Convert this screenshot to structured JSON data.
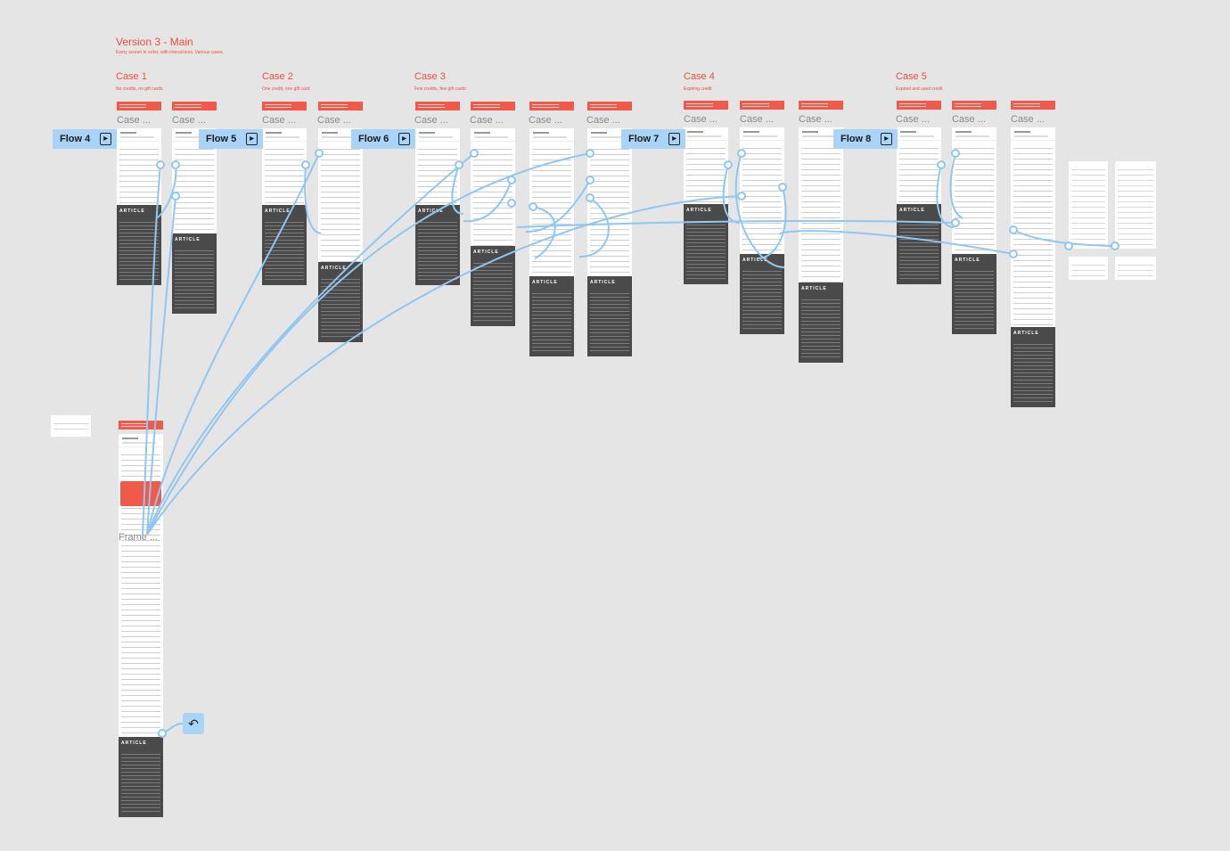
{
  "page": {
    "title": "Version 3 - Main",
    "subtitle": "Every screen in order, with interactions. Various cases."
  },
  "cases": [
    {
      "title": "Case 1",
      "sub": "No credits, no gift cards"
    },
    {
      "title": "Case 2",
      "sub": "One credit, one gift card"
    },
    {
      "title": "Case 3",
      "sub": "Few credits, few gift cards"
    },
    {
      "title": "Case 4",
      "sub": "Expiring credit"
    },
    {
      "title": "Case 5",
      "sub": "Expired and used credit"
    }
  ],
  "frame_label": "Case ...",
  "flows": [
    "Flow 4",
    "Flow 5",
    "Flow 6",
    "Flow 7",
    "Flow 8"
  ],
  "footer_brand": "ARTICLE",
  "frame_text": "Frame ...",
  "colors": {
    "accent": "#f24e3a",
    "flow": "#a9d3f7",
    "link": "#8fc7f2",
    "footer": "#4a4a4a"
  },
  "icons": {
    "flow_play": "play-icon",
    "back": "back-arrow-icon"
  }
}
